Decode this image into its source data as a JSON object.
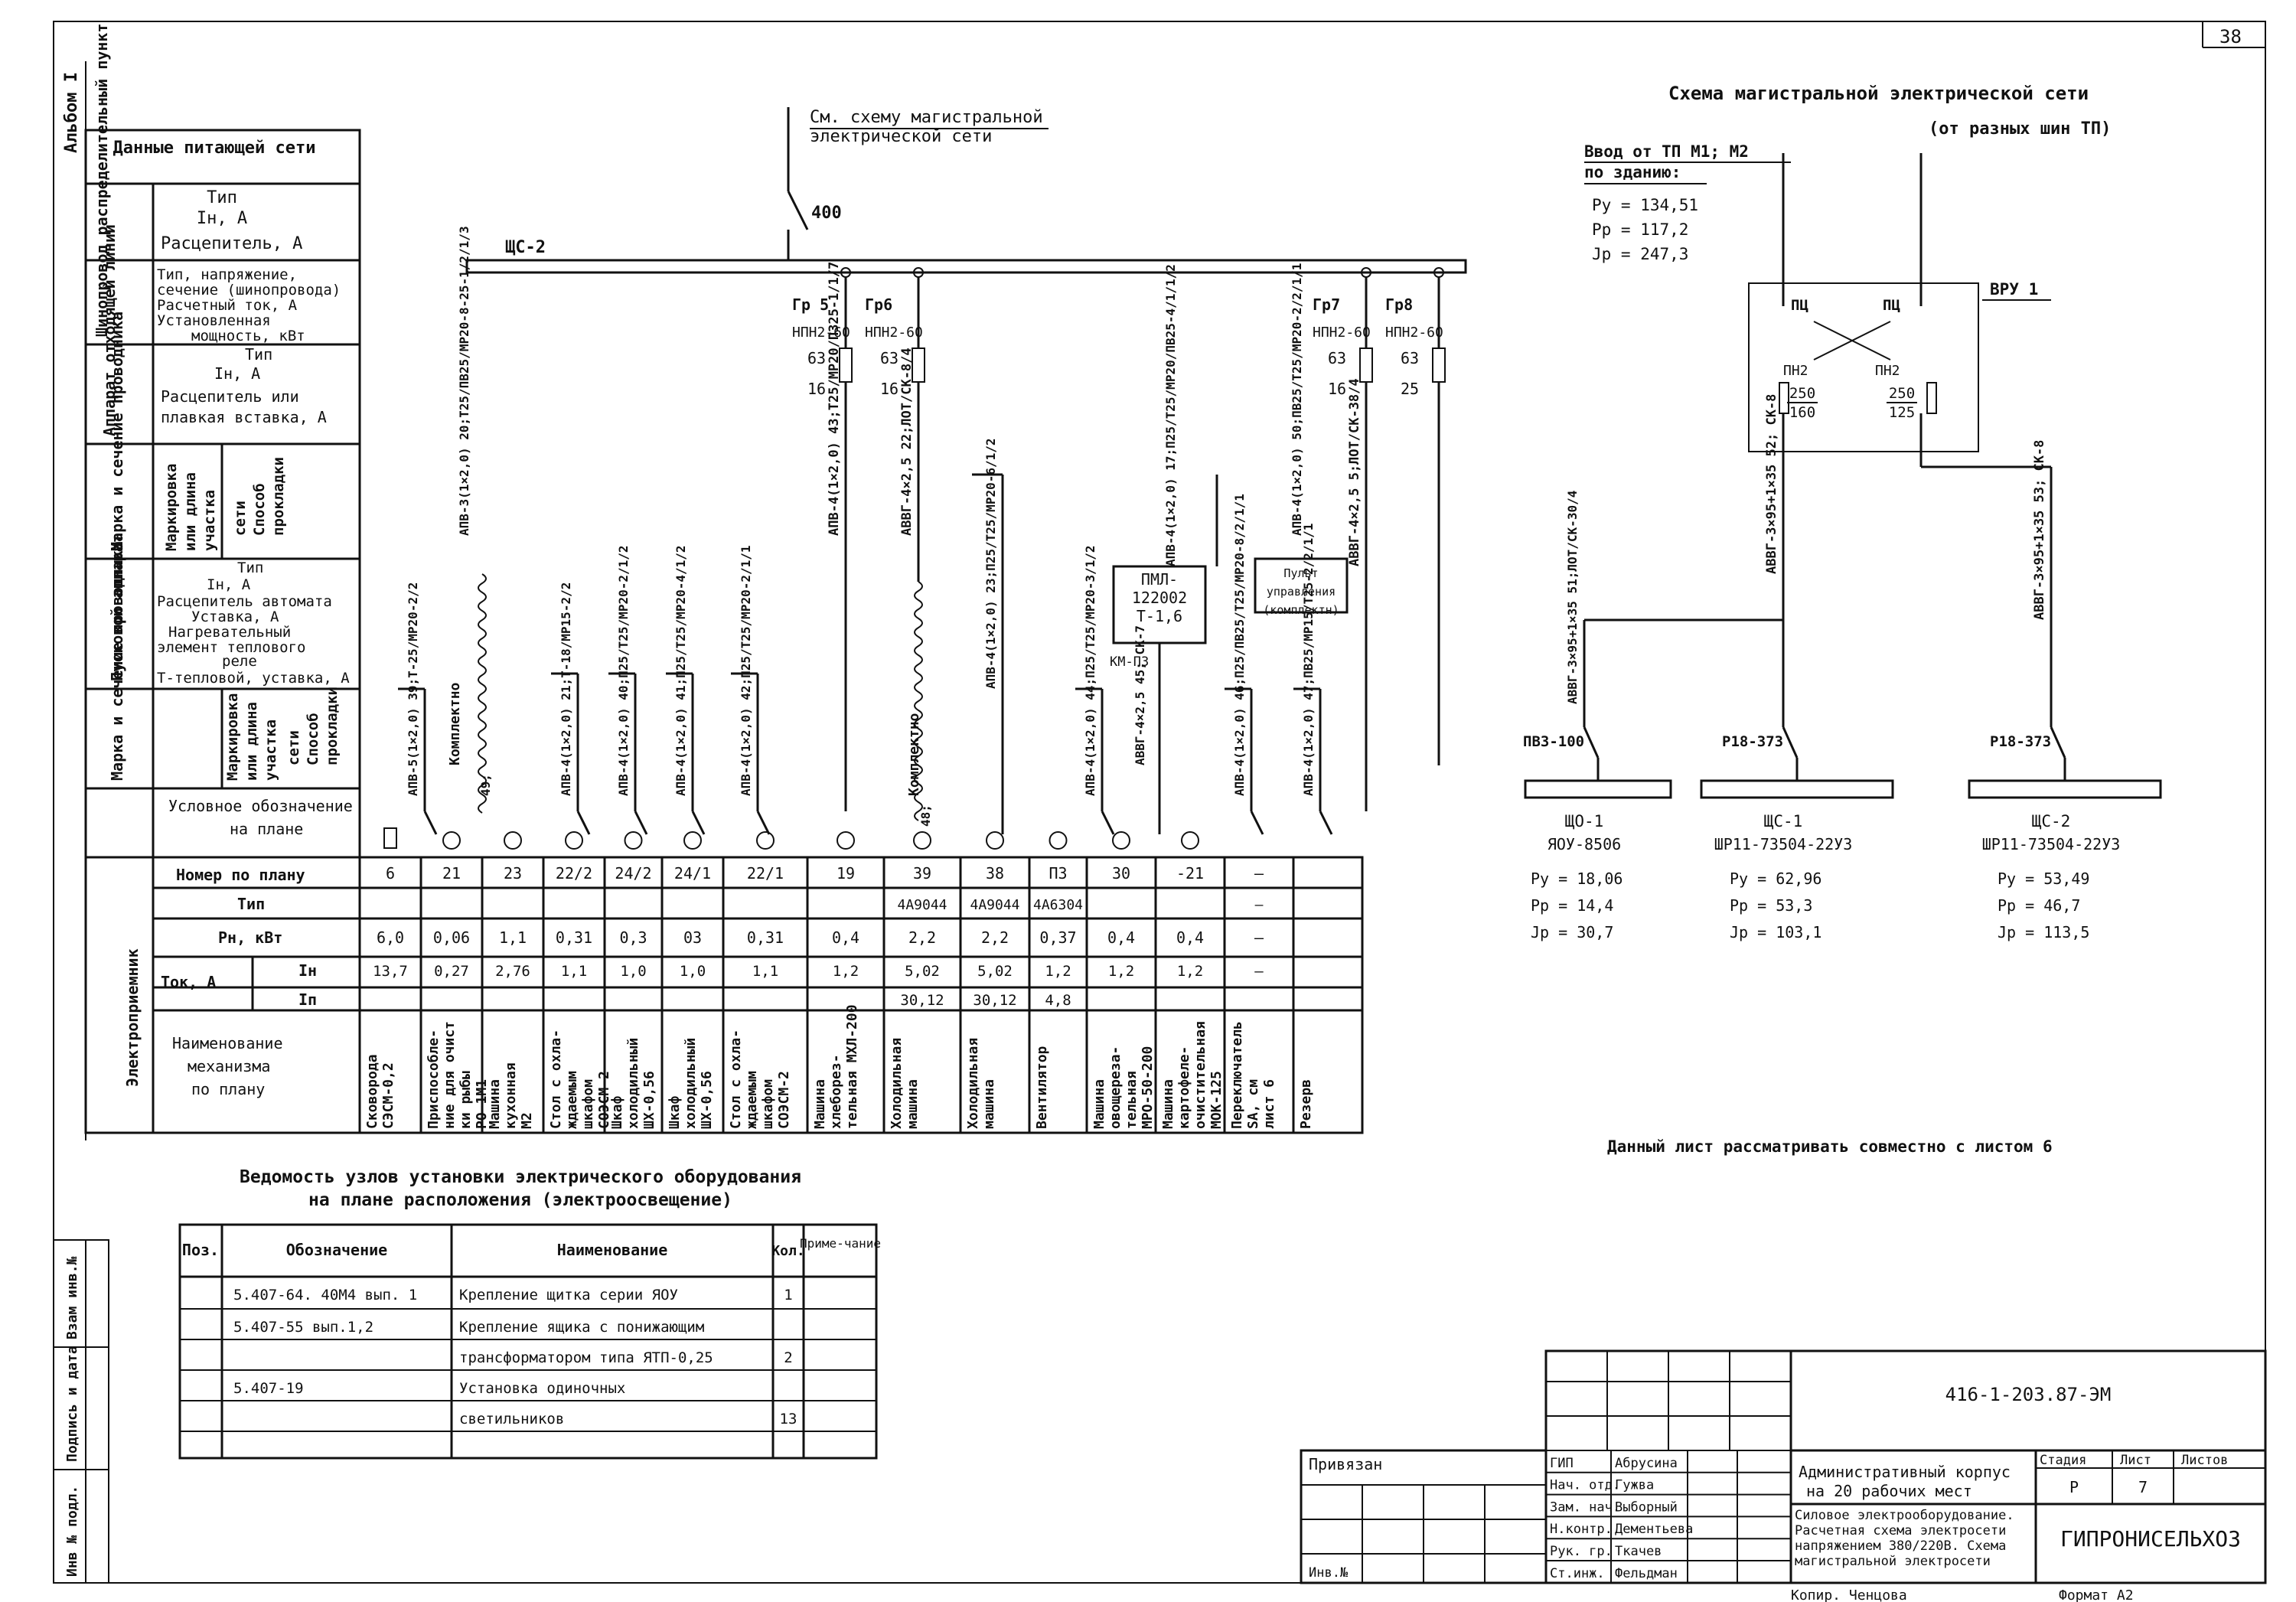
{
  "sheet_number": "38",
  "album": "Альбом I",
  "left_stamps": [
    "Взам инв.№",
    "Подпись и дата",
    "Инв № подл."
  ],
  "header": {
    "supply_data": "Данные питающей сети",
    "busway_group": "Шинопровод распределительный пункт",
    "busway_params": [
      "Тип",
      "Iн, А",
      "Расцепитель, А"
    ],
    "busway_params2": [
      "Тип, напряжение,",
      "сечение (шинопровода)",
      "Расчетный ток, А",
      "Установленная",
      "мощность, кВт"
    ],
    "outgoing_group": "Аппарат отходящей линии",
    "outgoing_params": [
      "Тип",
      "Iн, А",
      "Расцепитель или",
      "плавкая вставка, А"
    ],
    "wire_group": "Марка и сечение проводника",
    "wire_params": [
      "Маркировка",
      "или длина",
      "участка",
      "сети",
      "Способ",
      "прокладки"
    ],
    "starter_group": "Пусковой аппарат",
    "starter_params": [
      "Тип",
      "Iн, А",
      "Расцепитель автомата",
      "Уставка, А",
      "Нагревательный",
      "элемент теплового",
      "реле",
      "Т-тепловой, уставка, А"
    ],
    "wire2_group": "Марка и сечение проводника",
    "wire2_params": [
      "Маркировка",
      "или длина",
      "участка",
      "сети",
      "Способ",
      "прокладки"
    ],
    "symbol_label": [
      "Условное обозначение",
      "на плане"
    ],
    "receiver_group": "Электроприемник",
    "row_plan": "Номер по плану",
    "row_type": "Тип",
    "row_power": "Рн, кВт",
    "row_current": "Ток, А",
    "row_in": "Iн",
    "row_ip": "Iп",
    "row_name": [
      "Наименование",
      "механизма",
      "по плану"
    ]
  },
  "distribution": {
    "ref_note": [
      "См. схему магистральной",
      "электрической сети"
    ],
    "switch_current": "400",
    "board": "ЩС-2",
    "groups": [
      {
        "name": "Гр 5",
        "fuse": "НПН2-60",
        "rating": "63",
        "insert": "16"
      },
      {
        "name": "Гр6",
        "fuse": "НПН2-60",
        "rating": "63",
        "insert": "16"
      },
      {
        "name": "Гр7",
        "fuse": "НПН2-60",
        "rating": "63",
        "insert": "16"
      },
      {
        "name": "Гр8",
        "fuse": "НПН2-60",
        "rating": "63",
        "insert": "25"
      }
    ],
    "feeder_labels": [
      "АПВ-3(1×2,0) 20;Т25/ПВ25/МР20-8-25-1/2/1/3",
      "АПВ-4(1×2,0) 43;Т25/МР20/ПЗ25-1/1/7",
      "АВВГ-4×2,5 22;ЛОТ/СК-8/4",
      "АПВ-4(1×2,0) 23;П25/Т25/МР20-6/1/2",
      "АПВ-4(1×2,0) 17;П25/Т25/МР20/ПВ25-4/1/1/2",
      "АПВ-4(1×2,0) 50;ПВ25/Т25/МР20-2/2/1/1",
      "АВВГ-4×2,5 5;ЛОТ/СК-38/4"
    ],
    "starters": [
      {
        "text": [
          "ПМЛ-",
          "122002",
          "Т-1,6"
        ],
        "note": "КМ-П3"
      },
      {
        "text": [
          "Пульт",
          "управления",
          "(комплектн)"
        ],
        "note": ""
      }
    ],
    "komplektno": "Комплектно",
    "wire2": [
      "АПВ-5(1×2,0) 39;Т-25/МР20-2/2",
      "49;",
      "АПВ-4(1×2,0) 21;Т-18/МР15-2/2",
      "АПВ-4(1×2,0) 40;П25/Т25/МР20-2/1/2",
      "АПВ-4(1×2,0) 41;П25/Т25/МР20-4/1/2",
      "АПВ-4(1×2,0) 42;П25/Т25/МР20-2/1/1",
      "48;",
      "АПВ-4(1×2,0) 44;П25/Т25/МР20-3/1/2",
      "АВВГ-4×2,5 45; СК-7",
      "АПВ-4(1×2,0) 46;П25/ПВ25/Т25/МР20-8/2/1/1",
      "АПВ-4(1×2,0) 47;ПВ25/МР15/Т25-2/2/1/1"
    ]
  },
  "receivers": [
    {
      "plan": "6",
      "type": "",
      "p": "6,0",
      "in": "13,7",
      "ip": "",
      "name": [
        "Сковорода",
        "СЭСМ-0,2"
      ]
    },
    {
      "plan": "21",
      "type": "",
      "p": "0,06",
      "in": "0,27",
      "ip": "",
      "name": [
        "Приспособле-",
        "ние для очист",
        "ки рыбы",
        "РО-1М1"
      ]
    },
    {
      "plan": "23",
      "type": "",
      "p": "1,1",
      "in": "2,76",
      "ip": "",
      "name": [
        "Машина",
        "кухонная",
        "М2"
      ]
    },
    {
      "plan": "22/2",
      "type": "",
      "p": "0,31",
      "in": "1,1",
      "ip": "",
      "name": [
        "Стол с охла-",
        "ждаемым",
        "шкафом",
        "СОЭСМ-2"
      ]
    },
    {
      "plan": "24/2",
      "type": "",
      "p": "0,3",
      "in": "1,0",
      "ip": "",
      "name": [
        "Шкаф",
        "холодильный",
        "ШХ-0,56"
      ]
    },
    {
      "plan": "24/1",
      "type": "",
      "p": "03",
      "in": "1,0",
      "ip": "",
      "name": [
        "Шкаф",
        "холодильный",
        "ШХ-0,56"
      ]
    },
    {
      "plan": "22/1",
      "type": "",
      "p": "0,31",
      "in": "1,1",
      "ip": "",
      "name": [
        "Стол с охла-",
        "ждаемым",
        "шкафом",
        "СОЭСМ-2"
      ]
    },
    {
      "plan": "19",
      "type": "",
      "p": "0,4",
      "in": "1,2",
      "ip": "",
      "name": [
        "Машина",
        "хлеборез-",
        "тельная МХЛ-200"
      ]
    },
    {
      "plan": "39",
      "type": "4А9044",
      "p": "2,2",
      "in": "5,02",
      "ip": "30,12",
      "name": [
        "Холодильная",
        "машина"
      ]
    },
    {
      "plan": "38",
      "type": "4А9044",
      "p": "2,2",
      "in": "5,02",
      "ip": "30,12",
      "name": [
        "Холодильная",
        "машина"
      ]
    },
    {
      "plan": "П3",
      "type": "4А6304",
      "p": "0,37",
      "in": "1,2",
      "ip": "4,8",
      "name": [
        "Вентилятор"
      ]
    },
    {
      "plan": "30",
      "type": "",
      "p": "0,4",
      "in": "1,2",
      "ip": "",
      "name": [
        "Машина",
        "овощереза-",
        "тельная",
        "МРО-50-200"
      ]
    },
    {
      "plan": "-21",
      "type": "",
      "p": "0,4",
      "in": "1,2",
      "ip": "",
      "name": [
        "Машина",
        "картофеле-",
        "очистительная",
        "МОК-125"
      ]
    },
    {
      "plan": "—",
      "type": "—",
      "p": "—",
      "in": "—",
      "ip": "",
      "name": [
        "Переключатель",
        "SA, см",
        "лист 6"
      ]
    },
    {
      "plan": "",
      "type": "",
      "p": "",
      "in": "",
      "ip": "",
      "name": [
        "Резерв"
      ]
    }
  ],
  "trunk_scheme": {
    "title": "Схема магистральной электрической сети",
    "subtitle": "(от разных шин ТП)",
    "input": [
      "Ввод от ТП  М1; М2",
      "по зданию:"
    ],
    "input_values": [
      "Ру = 134,51",
      "Рр = 117,2",
      "Jр = 247,3"
    ],
    "vru": "ВРУ 1",
    "pc": "ПЦ",
    "pn": "ПН2",
    "pn_values": [
      [
        "250",
        "160"
      ],
      [
        "250",
        "125"
      ]
    ],
    "cable_left": "АВВГ-3×95+1×35 52; СК-8",
    "cable_right": "АВВГ-3×95+1×35 53; СК-8",
    "cable_small": "АВВГ-3×95+1×35 51;ЛОТ/СК-30/4",
    "boards": [
      {
        "breaker": "ПВЗ-100",
        "name": "ЩО-1",
        "type": "ЯОУ-8506",
        "py": "Ру = 18,06",
        "pp": "Рр = 14,4",
        "jp": "Jр = 30,7"
      },
      {
        "breaker": "Р18-373",
        "name": "ЩС-1",
        "type": "ШР11-73504-22У3",
        "py": "Ру = 62,96",
        "pp": "Рр = 53,3",
        "jp": "Jр = 103,1"
      },
      {
        "breaker": "Р18-373",
        "name": "ЩС-2",
        "type": "ШР11-73504-22У3",
        "py": "Ру = 53,49",
        "pp": "Рр = 46,7",
        "jp": "Jр = 113,5"
      }
    ],
    "note": "Данный лист рассматривать совместно с листом 6"
  },
  "bom": {
    "title": [
      "Ведомость узлов установки электрического оборудования",
      "на плане расположения (электроосвещение)"
    ],
    "headers": [
      "Поз.",
      "Обозначение",
      "Наименование",
      "Кол.",
      "Приме-чание"
    ],
    "rows": [
      {
        "pos": "",
        "des": "5.407-64. 40М4   вып. 1",
        "name": "Крепление щитка серии ЯОУ",
        "qty": "1",
        "note": ""
      },
      {
        "pos": "",
        "des": "5.407-55        вып.1,2",
        "name": "Крепление ящика с понижающим",
        "qty": "",
        "note": ""
      },
      {
        "pos": "",
        "des": "",
        "name": "трансформатором типа ЯТП-0,25",
        "qty": "2",
        "note": ""
      },
      {
        "pos": "",
        "des": "5.407-19",
        "name": "Установка одиночных",
        "qty": "",
        "note": ""
      },
      {
        "pos": "",
        "des": "",
        "name": "светильников",
        "qty": "13",
        "note": ""
      },
      {
        "pos": "",
        "des": "",
        "name": "",
        "qty": "",
        "note": ""
      }
    ]
  },
  "title_block": {
    "code": "416-1-203.87-ЭМ",
    "privyazan": "Привязан",
    "inv": "Инв.№",
    "roles": [
      "ГИП",
      "Нач. отд.",
      "Зам. нач.",
      "Н.контр.",
      "Рук. гр.",
      "Ст.инж."
    ],
    "names": [
      "Абрусина",
      "Гужва",
      "Выборный",
      "Дементьева",
      "Ткачев",
      "Фельдман"
    ],
    "object": [
      "Административный корпус",
      "на 20 рабочих мест"
    ],
    "sheet_title": [
      "Силовое электрооборудование.",
      "Расчетная схема электросети",
      "напряжением 380/220В. Схема",
      "магистральной электросети"
    ],
    "stage_h": "Стадия",
    "sheet_h": "Лист",
    "sheets_h": "Листов",
    "stage": "Р",
    "sheet": "7",
    "sheets": "",
    "org": "ГИПРОНИСЕЛЬХОЗ",
    "copied": "Копир. Ченцова",
    "format": "Формат А2"
  }
}
